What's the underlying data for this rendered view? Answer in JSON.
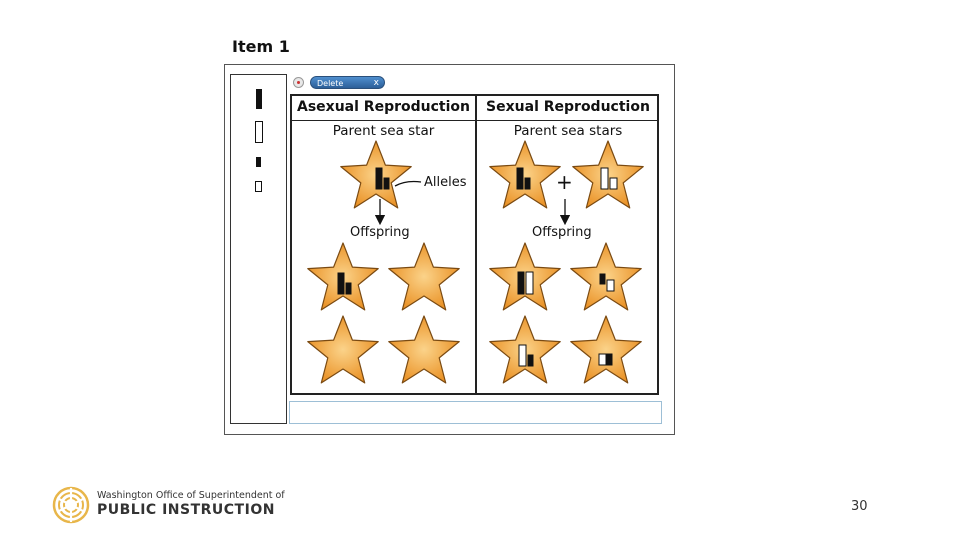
{
  "slide": {
    "item_title": "Item 1",
    "page_number": "30"
  },
  "toolbar": {
    "delete_label": "Delete",
    "delete_close": "x"
  },
  "table": {
    "col1_header": "Asexual Reproduction",
    "col2_header": "Sexual Reproduction",
    "col1_subheader": "Parent sea star",
    "col2_subheader": "Parent sea stars",
    "alleles_label": "Alleles",
    "offspring_label_1": "Offspring",
    "offspring_label_2": "Offspring",
    "plus_sign": "+"
  },
  "footer": {
    "org_line1": "Washington Office of Superintendent of",
    "org_line2": "PUBLIC INSTRUCTION"
  },
  "colors": {
    "star_fill": "#f3a33a",
    "star_stroke": "#7a4a12",
    "logo": "#e8b64a"
  }
}
